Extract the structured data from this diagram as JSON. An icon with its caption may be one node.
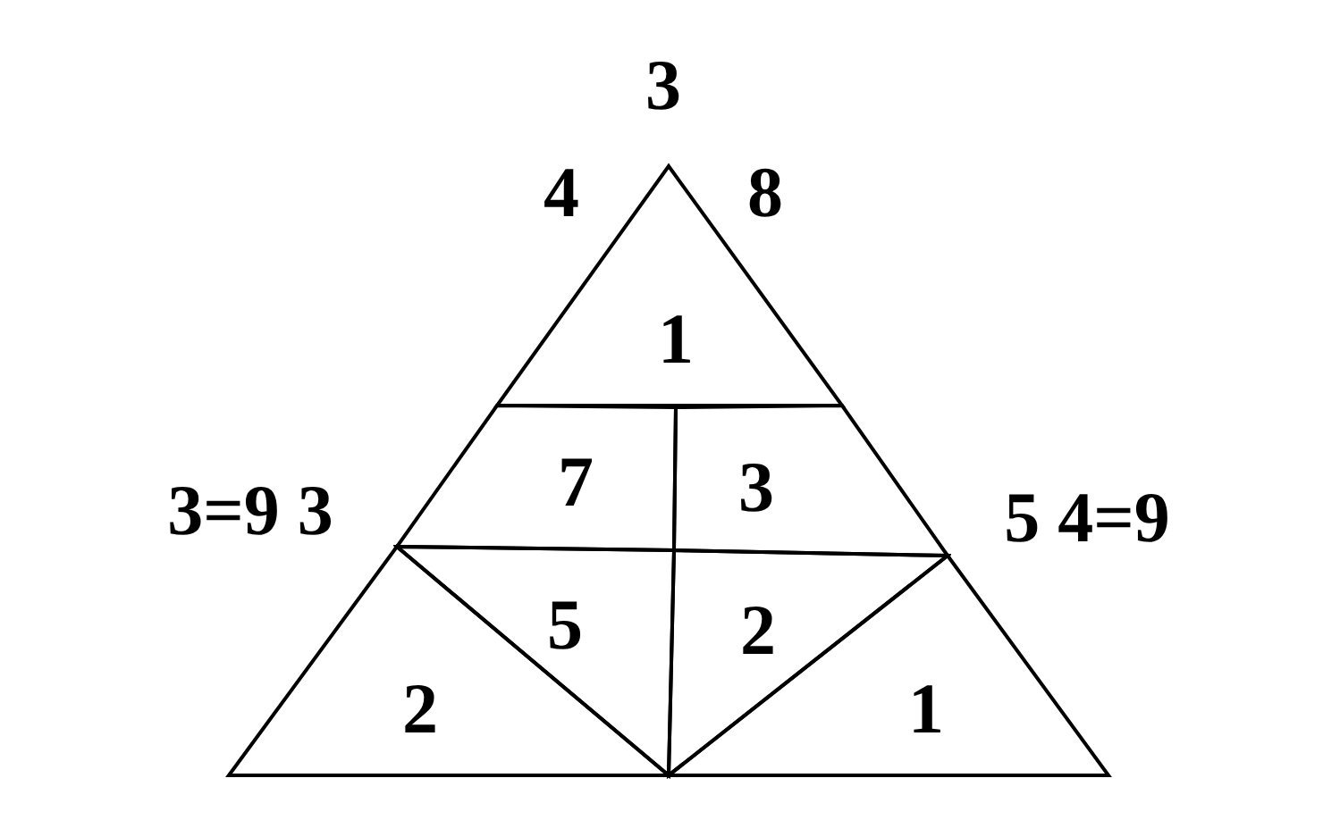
{
  "diagram": {
    "nodes": [
      {
        "text": [
          "1"
        ]
      },
      {
        "text": [
          "7"
        ]
      },
      {
        "text": [
          "3"
        ]
      },
      {
        "text": [
          "5"
        ]
      },
      {
        "text": [
          "2"
        ]
      },
      {
        "text": [
          "2"
        ]
      },
      {
        "text": [
          "1"
        ]
      }
    ],
    "labels": [
      "3",
      "4",
      "8",
      "3=9 3",
      "5 4=9"
    ]
  }
}
